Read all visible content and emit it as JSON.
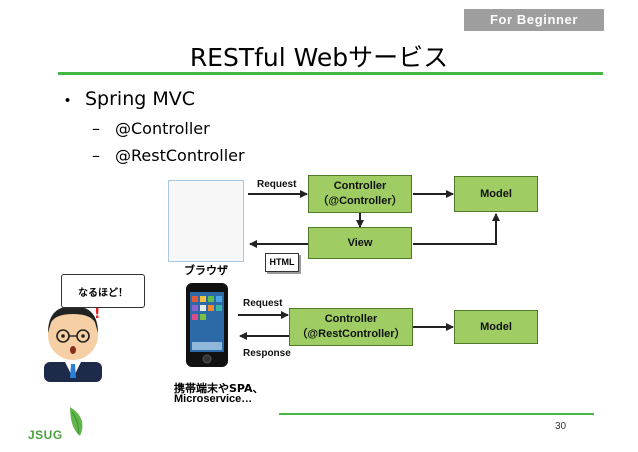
{
  "badge": "For Beginner",
  "title": "RESTful Webサービス",
  "bullet": {
    "dot": "・",
    "text": "Spring MVC"
  },
  "subs": [
    {
      "dash": "–",
      "text": "@Controller"
    },
    {
      "dash": "–",
      "text": "@RestController"
    }
  ],
  "diagram_top": {
    "controller": [
      "Controller",
      "（@Controller）"
    ],
    "model": "Model",
    "view": "View",
    "request": "Request",
    "html": "HTML",
    "browser_caption": "ブラウザ"
  },
  "diagram_bottom": {
    "controller": [
      "Controller",
      "（@RestController）"
    ],
    "model": "Model",
    "request": "Request",
    "response": "Response",
    "device_caption": [
      "携帯端末やSPA、",
      "Microservice…"
    ]
  },
  "speech_bubble": "なるほど！",
  "logo_text": "JSUG",
  "page_number": "30",
  "colors": {
    "accent_green": "#43b843",
    "box_green": "#9fcd63",
    "badge_gray": "#9e9e9e"
  }
}
